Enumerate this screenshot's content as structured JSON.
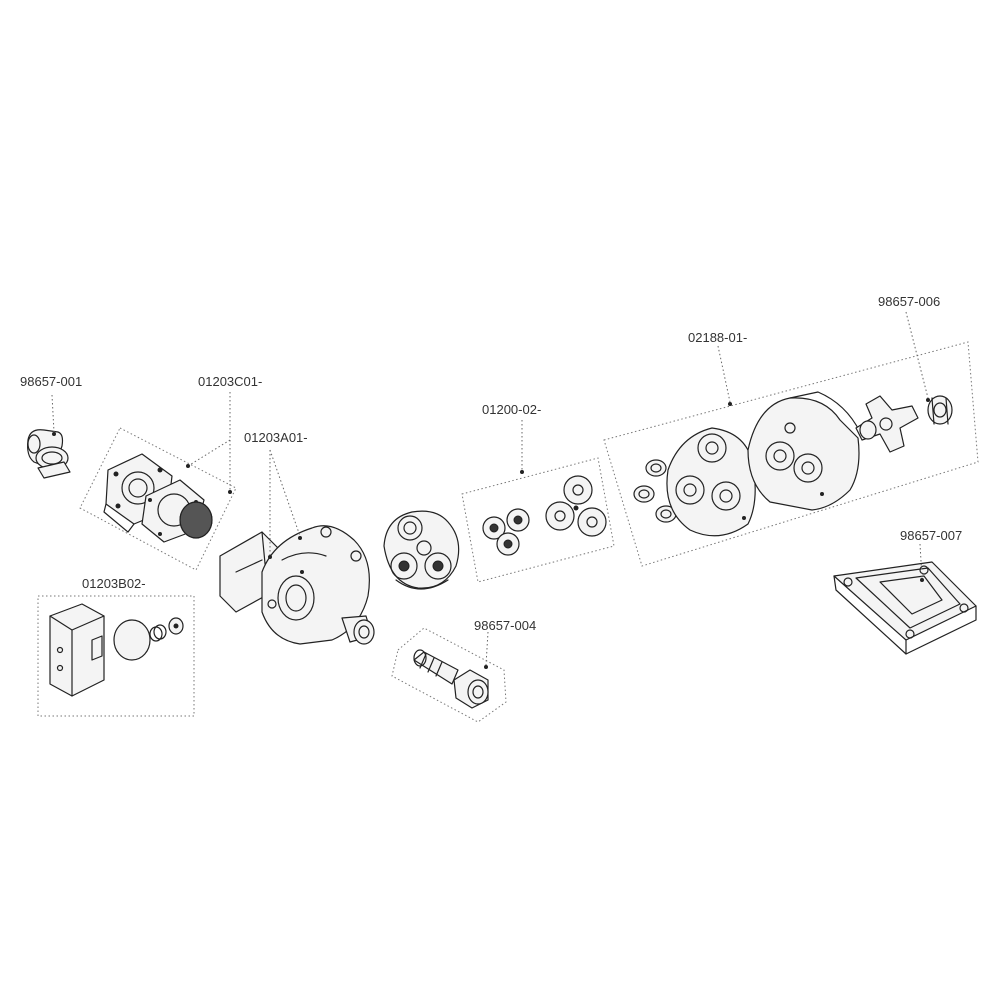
{
  "diagram": {
    "labels": {
      "p98657_001": "98657-001",
      "p01203C01": "01203C01-",
      "p01203A01": "01203A01-",
      "p01200_02": "01200-02-",
      "p02188_01": "02188-01-",
      "p98657_006": "98657-006",
      "p98657_007": "98657-007",
      "p01203B02": "01203B02-",
      "p98657_004": "98657-004"
    },
    "colors": {
      "line": "#222222",
      "leader": "#666666",
      "text": "#333333",
      "background": "#ffffff"
    }
  }
}
